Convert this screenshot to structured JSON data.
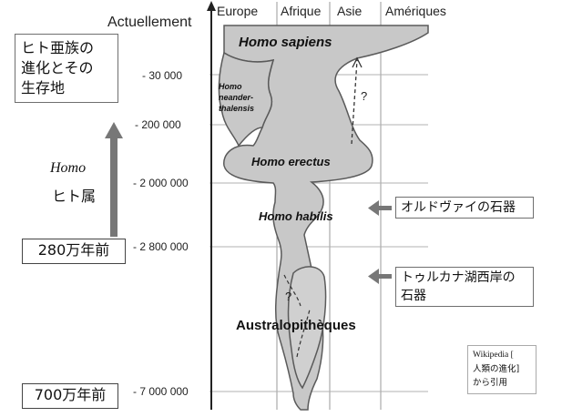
{
  "header": {
    "now_label": "Actuellement",
    "regions": [
      "Europe",
      "Afrique",
      "Asie",
      "Amériques"
    ]
  },
  "time_axis": {
    "ticks": [
      "- 30 000",
      "- 200 000",
      "- 2 000 000",
      "- 2 800 000",
      "- 7 000 000"
    ]
  },
  "species": {
    "sapiens": "Homo sapiens",
    "neander": [
      "Homo",
      "neander-",
      "thalensis"
    ],
    "erectus": "Homo erectus",
    "habilis": "Homo habilis",
    "australo": "Australopithèques",
    "unknown_mark": "?"
  },
  "left_panel": {
    "title_lines": [
      "ヒト亜族の",
      "進化とその",
      "生存地"
    ],
    "genus_latin": "Homo",
    "genus_jp": "ヒト属",
    "start_homo": "280万年前",
    "start_line": "700万年前"
  },
  "callouts": {
    "olduvai": "オルドヴァイの石器",
    "turkana": [
      "トゥルカナ湖西岸の",
      "石器"
    ]
  },
  "credit": {
    "lines": [
      "Wikipedia [",
      "人類の進化]",
      "から引用"
    ]
  },
  "colors": {
    "tree_fill": "#c8c8c8",
    "tree_stroke": "#5a5a5a",
    "grid": "#9a9a9a",
    "arrow": "#777777"
  }
}
